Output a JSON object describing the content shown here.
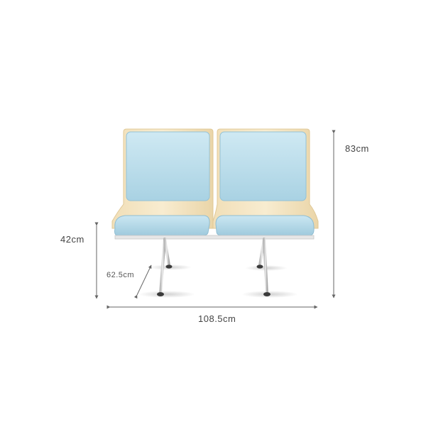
{
  "dimensions": {
    "height_total": "83cm",
    "seat_height": "42cm",
    "depth": "62.5cm",
    "width": "108.5cm"
  },
  "product": {
    "cushion_color": "#bfe0ec",
    "frame_color": "#f3e3bf",
    "leg_color": "#cfcfcf",
    "foot_color": "#3a3a3a"
  }
}
